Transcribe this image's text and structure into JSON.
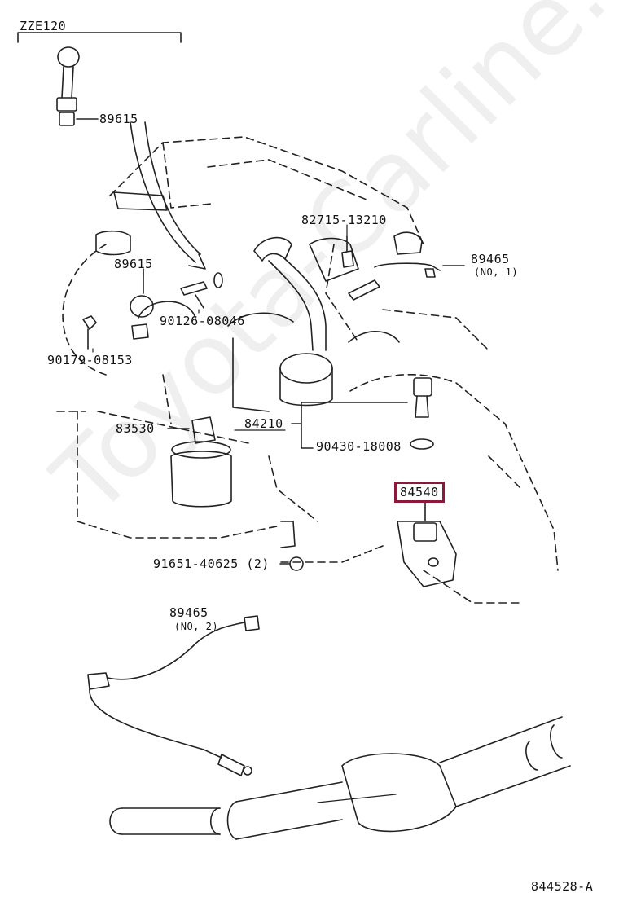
{
  "model_code": "ZZE120",
  "watermark": "Toyota-Carline.ru",
  "diagram_id": "844528-A",
  "highlight_color": "#8b1a3a",
  "labels": {
    "p89615_top": "89615",
    "p89615_mid": "89615",
    "p90179": "90179-08153",
    "p90126": "90126-08046",
    "p82715": "82715-13210",
    "p89465_no1": "89465",
    "p89465_no1_note": "(NO, 1)",
    "p83530": "83530",
    "p84210": "84210",
    "p90430": "90430-18008",
    "p84540": "84540",
    "p91651": "91651-40625 (2)",
    "p89465_no2": "89465",
    "p89465_no2_note": "(NO, 2)"
  }
}
